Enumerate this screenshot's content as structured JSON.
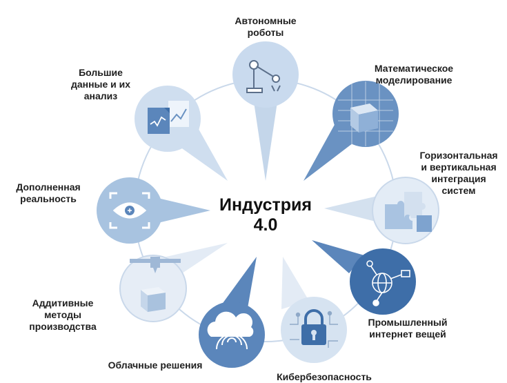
{
  "center": {
    "title": "Индустрия\n4.0"
  },
  "nodes": [
    {
      "id": "robots",
      "label": "Автономные\nроботы",
      "icon": "robot-arm-icon"
    },
    {
      "id": "modeling",
      "label": "Математическое\nмоделирование",
      "icon": "cube-grid-icon"
    },
    {
      "id": "integration",
      "label": "Горизонтальная\nи вертикальная\nинтеграция\nсистем",
      "icon": "puzzle-icon"
    },
    {
      "id": "iot",
      "label": "Промышленный\nинтернет вещей",
      "icon": "globe-network-icon"
    },
    {
      "id": "security",
      "label": "Кибербезопасность",
      "icon": "padlock-circuit-icon"
    },
    {
      "id": "cloud",
      "label": "Облачные решения",
      "icon": "cloud-icon"
    },
    {
      "id": "additive",
      "label": "Аддитивные\nметоды\nпроизводства",
      "icon": "3d-printer-icon"
    },
    {
      "id": "ar",
      "label": "Дополненная\nреальность",
      "icon": "eye-scan-icon"
    },
    {
      "id": "bigdata",
      "label": "Большие\nданные и их\nанализ",
      "icon": "data-chart-icon"
    }
  ],
  "colors": {
    "ring": "#c9d8ea",
    "light": "#d6e3f1",
    "mid": "#9fbcdc",
    "dark": "#5b86bb",
    "deep": "#3e6ea8",
    "text": "#1e1e1e"
  }
}
